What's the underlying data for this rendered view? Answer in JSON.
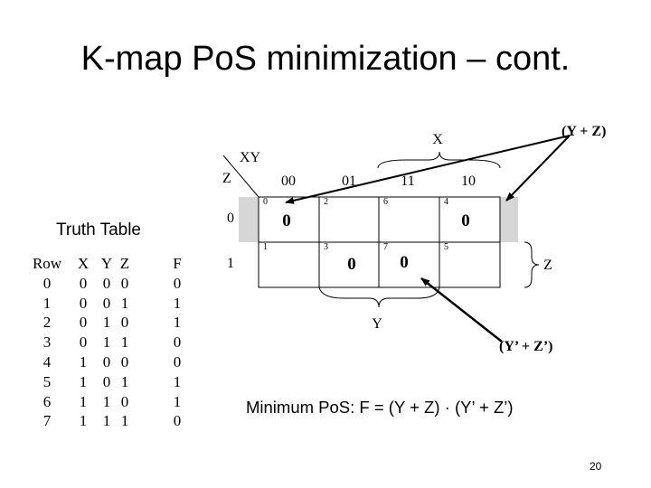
{
  "slide": {
    "title": "K-map PoS minimization – cont.",
    "page_number": "20"
  },
  "truth_table": {
    "title": "Truth Table",
    "headers": [
      "Row",
      "X",
      "Y",
      "Z",
      "F"
    ],
    "rows": [
      [
        "0",
        "0",
        "0",
        "0",
        "0"
      ],
      [
        "1",
        "0",
        "0",
        "1",
        "1"
      ],
      [
        "2",
        "0",
        "1",
        "0",
        "1"
      ],
      [
        "3",
        "0",
        "1",
        "1",
        "0"
      ],
      [
        "4",
        "1",
        "0",
        "0",
        "0"
      ],
      [
        "5",
        "1",
        "0",
        "1",
        "1"
      ],
      [
        "6",
        "1",
        "1",
        "0",
        "1"
      ],
      [
        "7",
        "1",
        "1",
        "1",
        "0"
      ]
    ]
  },
  "kmap": {
    "corner_xy": "XY",
    "corner_z": "Z",
    "col_headers": [
      "00",
      "01",
      "11",
      "10"
    ],
    "row_headers": [
      "0",
      "1"
    ],
    "cell_numbers": {
      "r0": [
        "0",
        "2",
        "6",
        "4"
      ],
      "r1": [
        "1",
        "3",
        "7",
        "5"
      ]
    },
    "values": {
      "r0c0": "0",
      "r0c3": "0",
      "r1c1": "0",
      "r1c2": "0"
    },
    "brace_labels": {
      "x": "X",
      "y": "Y",
      "z": "Z"
    },
    "annotations": {
      "term1": "(Y + Z)",
      "term2": "(Y’ + Z’)"
    },
    "colors": {
      "wrap_group": "#d6d6d6",
      "line": "#000000"
    }
  },
  "result": {
    "formula": "Minimum PoS: F = (Y + Z) · (Y’ + Z’)"
  }
}
